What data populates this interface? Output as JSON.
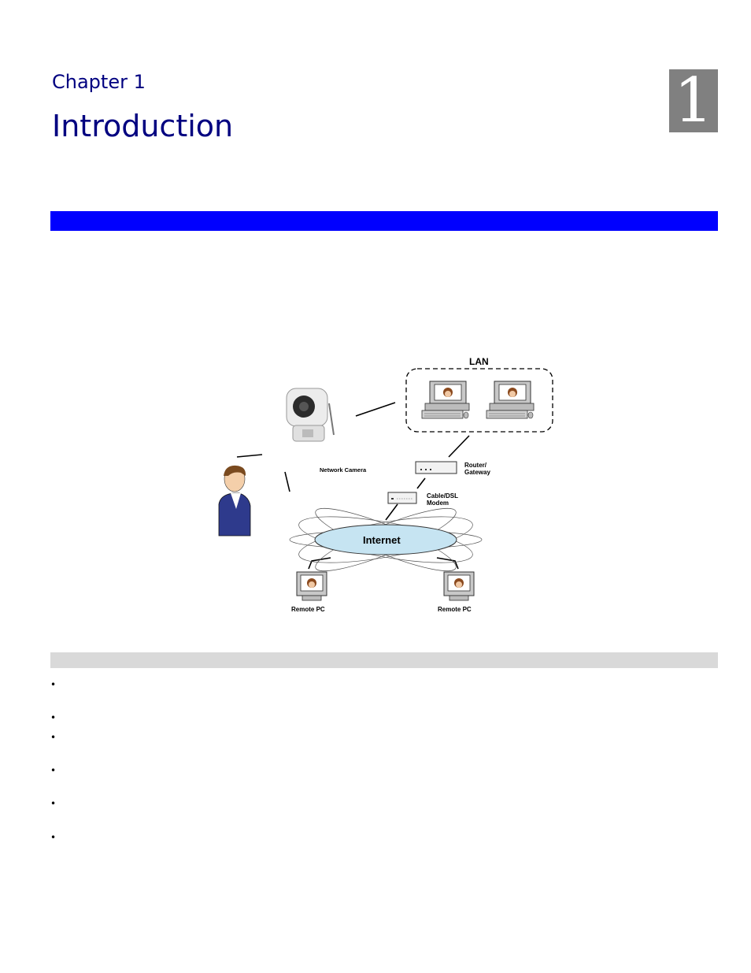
{
  "header": {
    "chapter_label": "Chapter 1",
    "chapter_title": "Introduction",
    "chapter_number": "1"
  },
  "diagram": {
    "lan_label": "LAN",
    "camera_label": "Network Camera",
    "router_label_line1": "Router/",
    "router_label_line2": "Gateway",
    "modem_label_line1": "Cable/DSL",
    "modem_label_line2": "Modem",
    "internet_label": "Internet",
    "remote_pc_left": "Remote PC",
    "remote_pc_right": "Remote PC"
  },
  "bullets": [
    "•",
    "•",
    "•",
    "•",
    "•",
    "•"
  ],
  "colors": {
    "title": "#000080",
    "section_bar": "#0000ff",
    "sub_bar": "#d9d9d9",
    "chapter_box": "#808080",
    "cloud": "#c6e4f2"
  }
}
